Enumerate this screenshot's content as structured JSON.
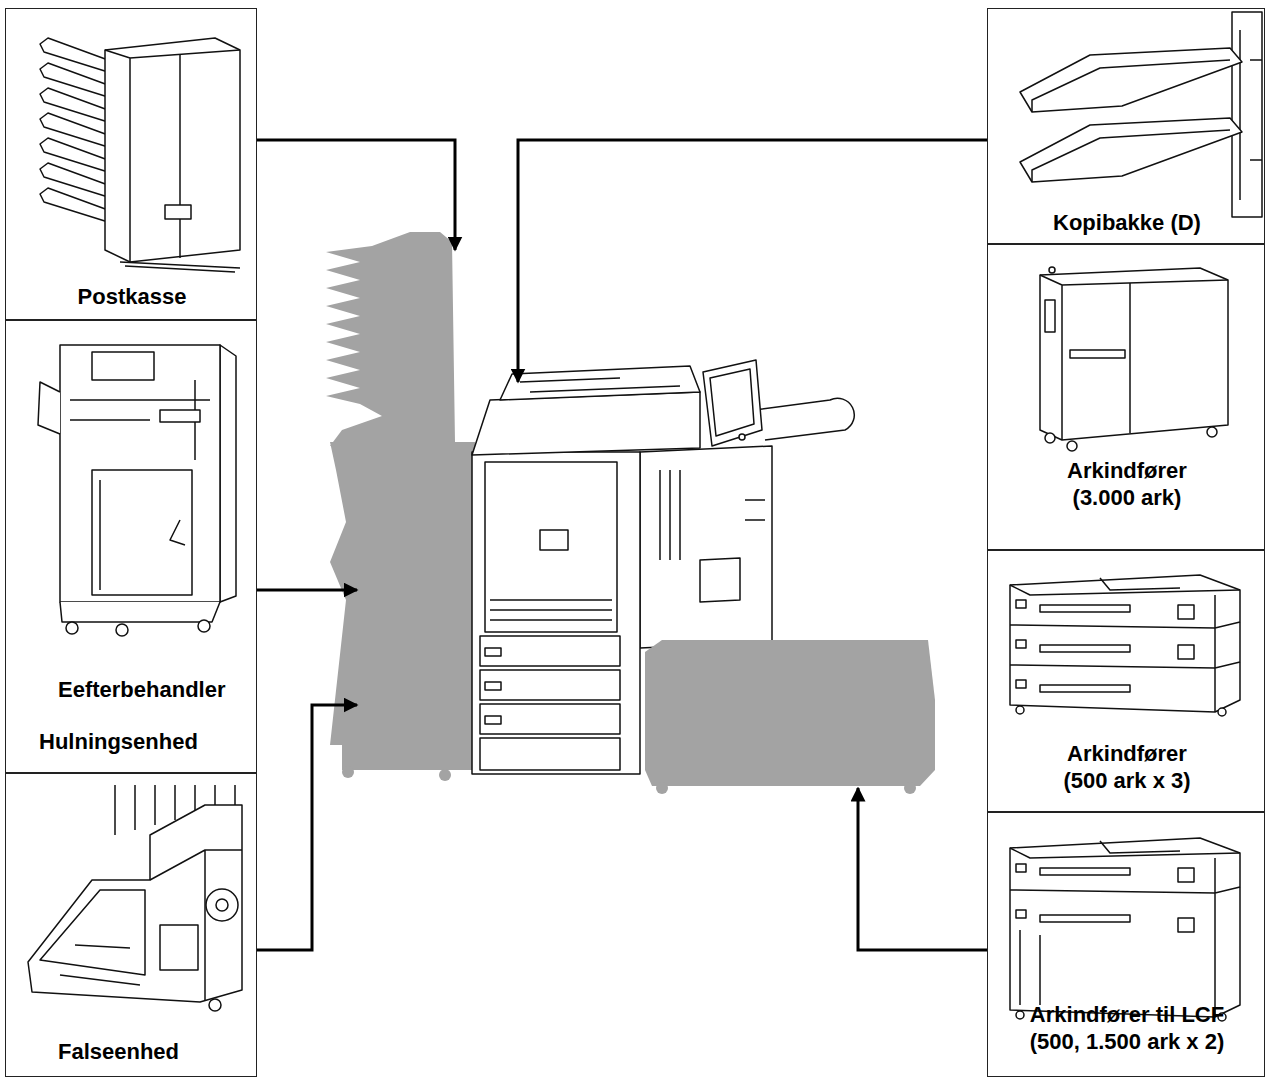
{
  "diagram": {
    "nodes": [
      {
        "text": [
          "Postkasse"
        ]
      },
      {
        "text": [
          "Eefterbehandler",
          "Hulningsenhed"
        ]
      },
      {
        "text": [
          "Falseenhed"
        ]
      },
      {
        "text": [
          "Kopibakke (D)"
        ]
      },
      {
        "text": [
          "Arkindfører (3.000 ark)"
        ]
      },
      {
        "text": [
          "Arkindfører (500 ark x 3)"
        ]
      },
      {
        "text": [
          "Arkindfører til LCF (500, 1.500 ark x 2)"
        ]
      }
    ]
  }
}
